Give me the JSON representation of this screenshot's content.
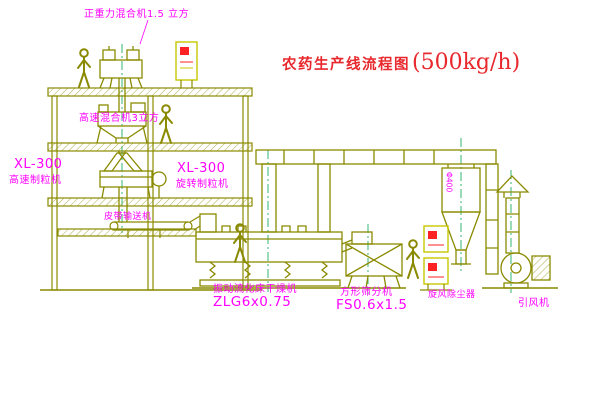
{
  "title": {
    "name": "农药生产线流程图",
    "capacity": "(500kg/h)"
  },
  "labels": {
    "top_mixer": "正重力混合机1.5 立方",
    "second_mixer": "高速混合机3立方",
    "left_granulator_model": "XL-300",
    "left_granulator_name": "高速制粒机",
    "mid_granulator_model": "XL-300",
    "mid_granulator_name": "旋转制粒机",
    "belt_conveyor": "皮带输送机",
    "dryer_name": "振动流化床干燥机",
    "dryer_model": "ZLG6x0.75",
    "sieve_name": "方形筛分机",
    "sieve_model": "FS0.6x1.5",
    "cyclone": "旋风除尘器",
    "fan": "引风机",
    "duct_diameter": "Φ400"
  },
  "colors": {
    "line": "#8a8a00",
    "bright": "#c8c800",
    "label": "#ff00ff",
    "title": "#e8282d",
    "red": "#ff2222",
    "centerline": "#00a550",
    "background": "#ffffff"
  }
}
